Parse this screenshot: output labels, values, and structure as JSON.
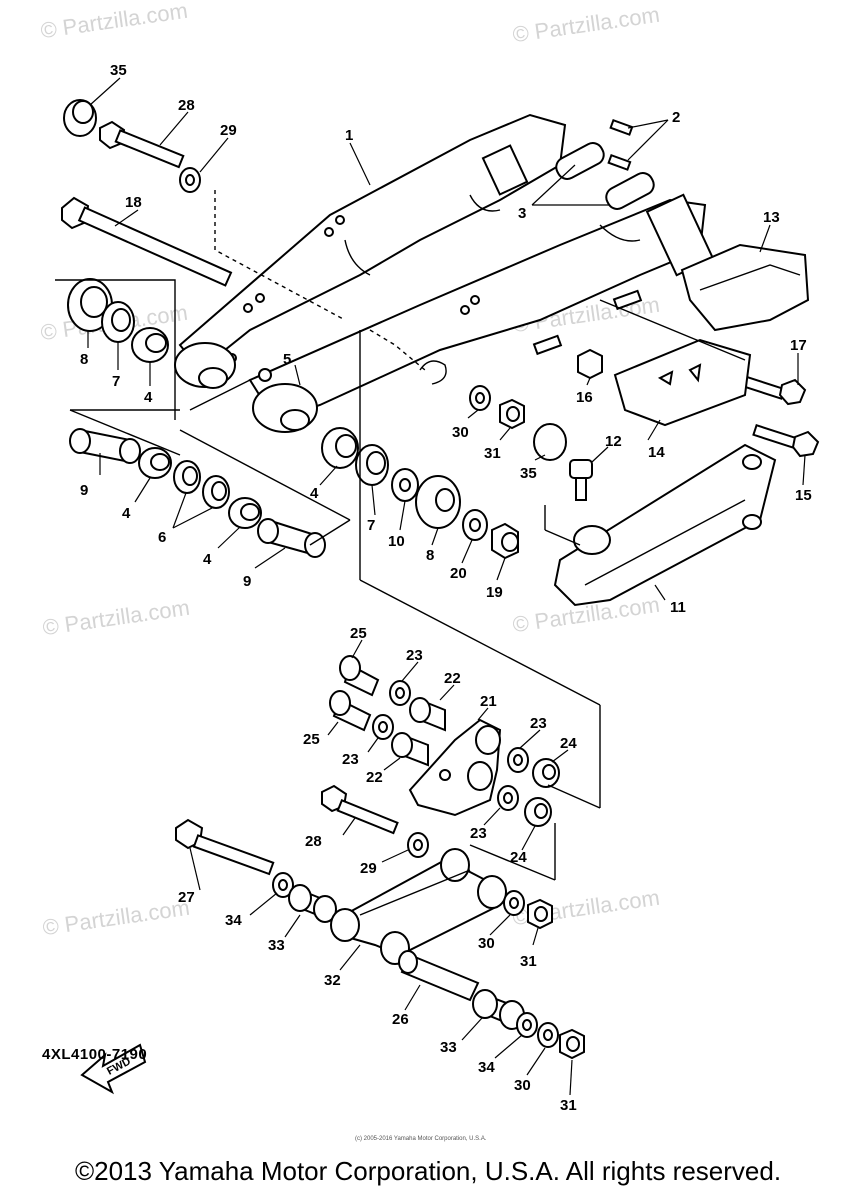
{
  "watermark": "© Partzilla.com",
  "diagram_code": "4XL4100-7190",
  "fwd_label": "FWD",
  "small_notice": "(c) 2005-2016 Yamaha Motor Corporation, U.S.A.",
  "copyright": "©2013 Yamaha Motor Corporation, U.S.A. All rights reserved.",
  "callouts": {
    "c1": "1",
    "c2": "2",
    "c3": "3",
    "c4a": "4",
    "c4b": "4",
    "c4c": "4",
    "c4d": "4",
    "c5": "5",
    "c6": "6",
    "c7a": "7",
    "c7b": "7",
    "c8a": "8",
    "c8b": "8",
    "c9a": "9",
    "c9b": "9",
    "c10": "10",
    "c11": "11",
    "c12": "12",
    "c13": "13",
    "c14": "14",
    "c15": "15",
    "c16": "16",
    "c17": "17",
    "c18": "18",
    "c19": "19",
    "c20": "20",
    "c21": "21",
    "c22a": "22",
    "c22b": "22",
    "c23a": "23",
    "c23b": "23",
    "c23c": "23",
    "c23d": "23",
    "c24a": "24",
    "c24b": "24",
    "c25a": "25",
    "c25b": "25",
    "c26": "26",
    "c27": "27",
    "c28a": "28",
    "c28b": "28",
    "c29a": "29",
    "c29b": "29",
    "c30a": "30",
    "c30b": "30",
    "c30c": "30",
    "c31a": "31",
    "c31b": "31",
    "c31c": "31",
    "c32": "32",
    "c33a": "33",
    "c33b": "33",
    "c34a": "34",
    "c34b": "34",
    "c35a": "35",
    "c35b": "35"
  }
}
